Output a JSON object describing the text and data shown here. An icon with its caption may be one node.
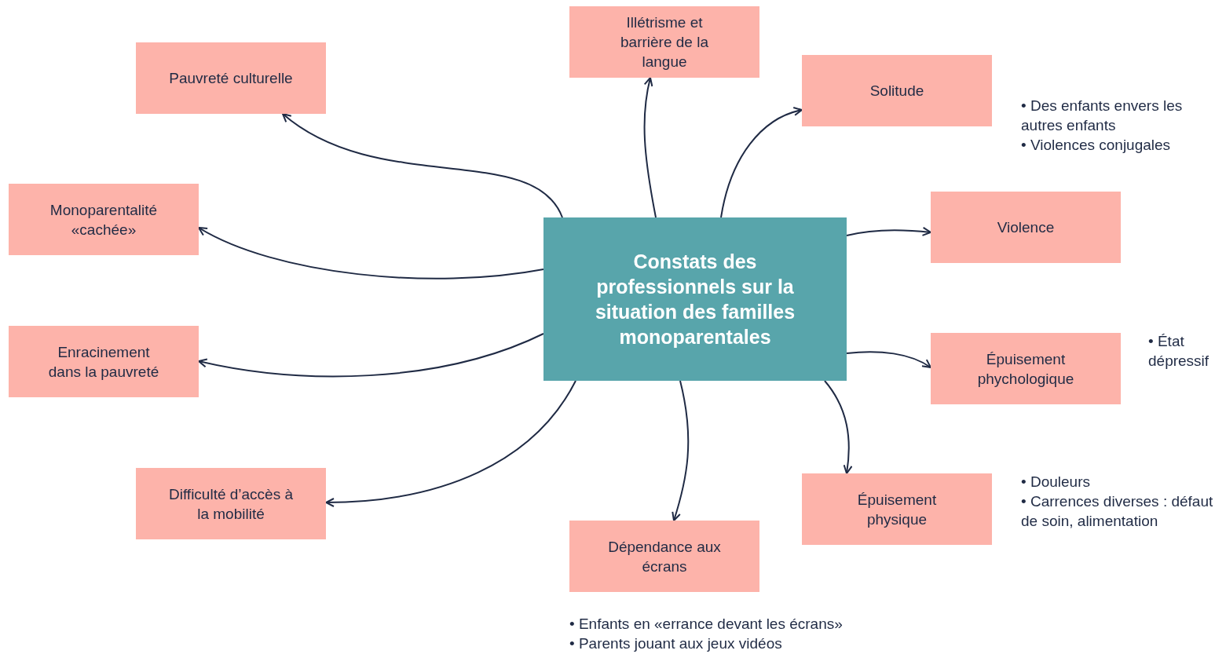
{
  "diagram": {
    "nodes": [
      {
        "text": [
          "Constats des professionnels sur la situation des familles monoparentales"
        ]
      },
      {
        "text": [
          "Pauvreté culturelle"
        ]
      },
      {
        "text": [
          "Illétrisme et barrière de la langue"
        ]
      },
      {
        "text": [
          "Solitude"
        ]
      },
      {
        "text": [
          "Monoparentalité «cachée»"
        ]
      },
      {
        "text": [
          "Violence"
        ],
        "beside": [
          "• Des enfants envers les autres enfants",
          "• Violences conjugales"
        ]
      },
      {
        "text": [
          "Enracinement dans la pauvreté"
        ]
      },
      {
        "text": [
          "Épuisement phychologique"
        ],
        "beside": [
          "• État dépressif"
        ]
      },
      {
        "text": [
          "Difficulté d’accès à la mobilité"
        ]
      },
      {
        "text": [
          "Épuisement physique"
        ],
        "beside": [
          "• Douleurs",
          "• Carrences diverses : défaut de soin, alimentation"
        ]
      },
      {
        "text": [
          "Dépendance aux écrans"
        ],
        "beside": [
          "• Enfants en «errance devant les écrans»",
          "• Parents jouant aux jeux vidéos"
        ]
      }
    ],
    "edges": [
      {
        "from": 0,
        "to": 1,
        "arrow": "to"
      },
      {
        "from": 0,
        "to": 2,
        "arrow": "to"
      },
      {
        "from": 0,
        "to": 3,
        "arrow": "to"
      },
      {
        "from": 0,
        "to": 4,
        "arrow": "to"
      },
      {
        "from": 0,
        "to": 5,
        "arrow": "to"
      },
      {
        "from": 0,
        "to": 6,
        "arrow": "to"
      },
      {
        "from": 0,
        "to": 7,
        "arrow": "to"
      },
      {
        "from": 0,
        "to": 8,
        "arrow": "to"
      },
      {
        "from": 0,
        "to": 10,
        "arrow": "to"
      },
      {
        "from": 0,
        "to": 9,
        "arrow": "to"
      }
    ]
  }
}
